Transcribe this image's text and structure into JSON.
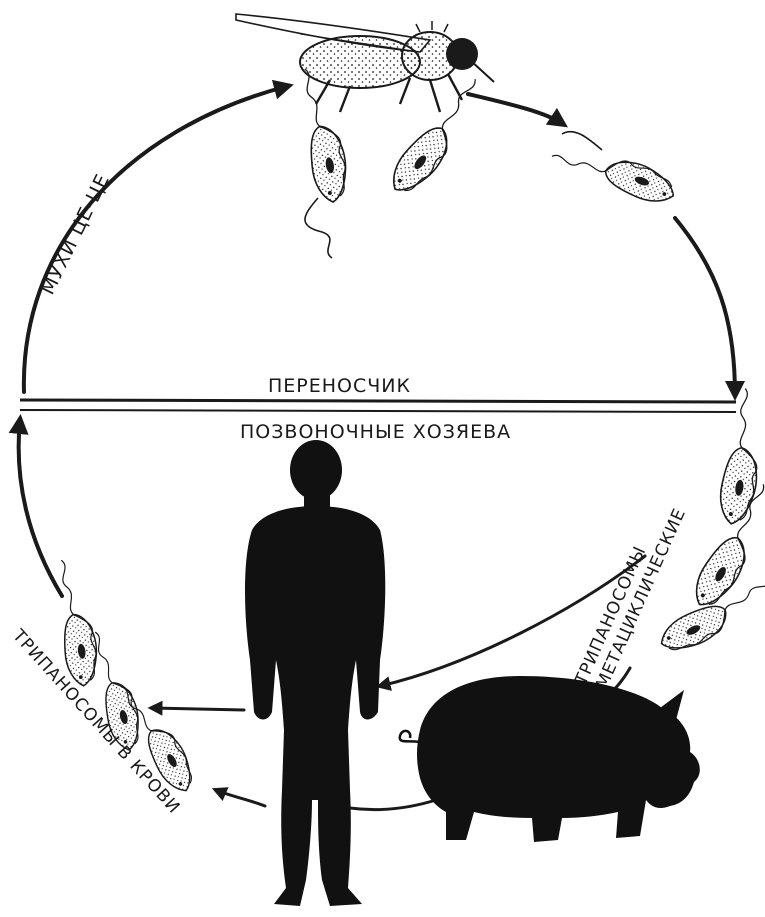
{
  "labels": {
    "carrier": "ПЕРЕНОСЧИК",
    "vertebrate_hosts": "ПОЗВОНОЧНЫЕ ХОЗЯЕВА",
    "tsetse_flies": "МУХИ ЦЕ-ЦЕ",
    "metacyclic_line1": "ТРИПАНОСОМЫ",
    "metacyclic_line2": "МЕТАЦИКЛИЧЕСКИЕ",
    "blood_trypanosomes": "ТРИПАНОСОМЫ В КРОВИ"
  },
  "icons": {
    "vector": "tsetse-fly-icon",
    "human": "human-silhouette-icon",
    "animal": "pig-silhouette-icon",
    "parasite": "trypanosome-icon"
  },
  "colors": {
    "ink": "#1a1a1a",
    "paper": "#ffffff"
  }
}
